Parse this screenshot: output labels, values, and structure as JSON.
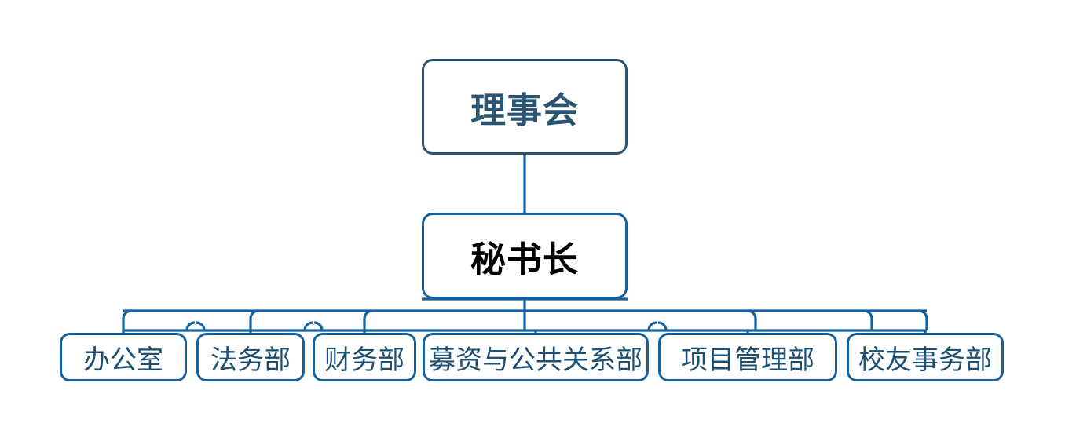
{
  "chart_data": {
    "type": "diagram",
    "diagram_type": "organization-chart",
    "title": "",
    "orientation": "top-down",
    "levels": 3,
    "nodes": [
      {
        "id": "board",
        "label": "理事会",
        "level": 1,
        "parent": null
      },
      {
        "id": "secretary",
        "label": "秘书长",
        "level": 2,
        "parent": "board"
      },
      {
        "id": "office",
        "label": "办公室",
        "level": 3,
        "parent": "secretary"
      },
      {
        "id": "legal",
        "label": "法务部",
        "level": 3,
        "parent": "secretary"
      },
      {
        "id": "finance",
        "label": "财务部",
        "level": 3,
        "parent": "secretary"
      },
      {
        "id": "fundraising",
        "label": "募资与公共关系部",
        "level": 3,
        "parent": "secretary"
      },
      {
        "id": "projects",
        "label": "项目管理部",
        "level": 3,
        "parent": "secretary"
      },
      {
        "id": "alumni",
        "label": "校友事务部",
        "level": 3,
        "parent": "secretary"
      }
    ],
    "edges": [
      {
        "from": "board",
        "to": "secretary"
      },
      {
        "from": "secretary",
        "to": "office"
      },
      {
        "from": "secretary",
        "to": "legal"
      },
      {
        "from": "secretary",
        "to": "finance"
      },
      {
        "from": "secretary",
        "to": "fundraising"
      },
      {
        "from": "secretary",
        "to": "projects"
      },
      {
        "from": "secretary",
        "to": "alumni"
      }
    ]
  },
  "chart": {
    "board": {
      "label": "理事会"
    },
    "secretary": {
      "label": "秘书长"
    },
    "departments": [
      {
        "label": "办公室"
      },
      {
        "label": "法务部"
      },
      {
        "label": "财务部"
      },
      {
        "label": "募资与公共关系部"
      },
      {
        "label": "项目管理部"
      },
      {
        "label": "校友事务部"
      }
    ]
  },
  "colors": {
    "board_border": "#2a5470",
    "board_text": "#2a5470",
    "node_border": "#15619d",
    "connector": "#15619d",
    "secretary_text": "#000000",
    "dept_text": "#1d4f72",
    "background": "#ffffff"
  }
}
